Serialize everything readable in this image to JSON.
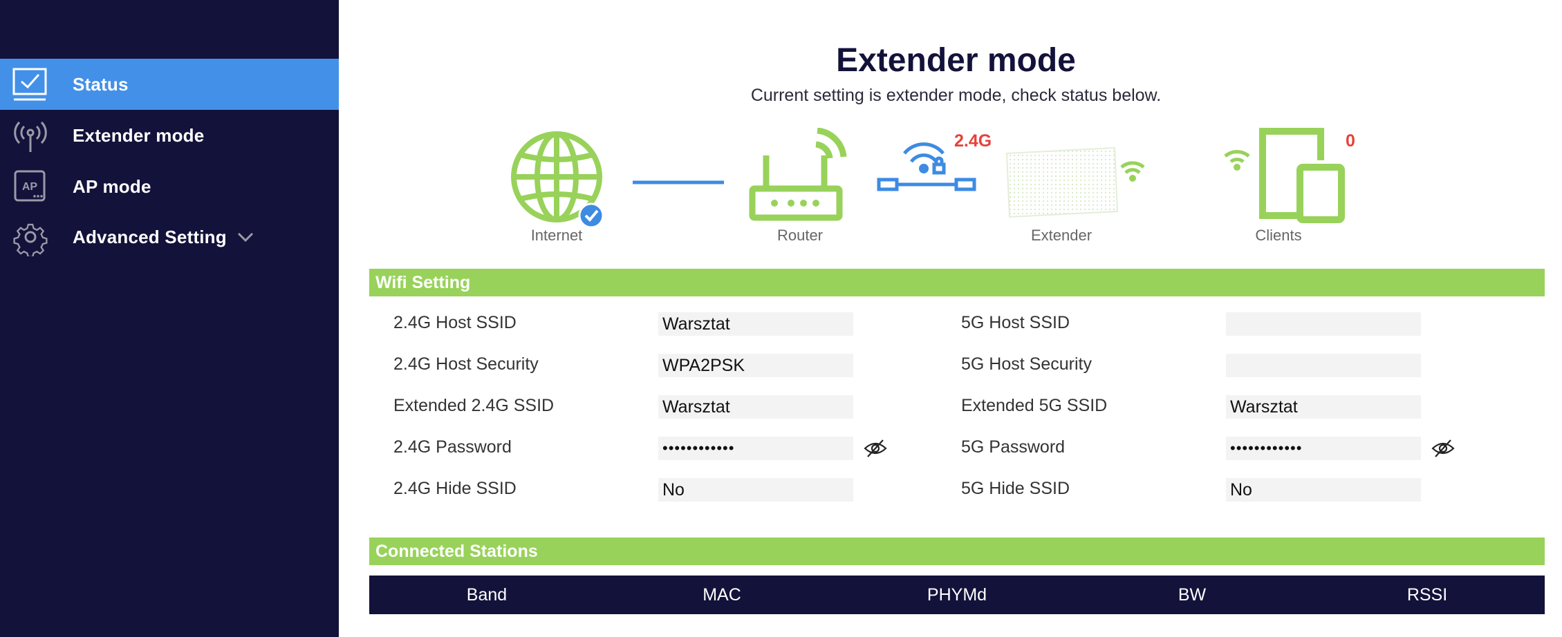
{
  "sidebar": {
    "items": [
      {
        "label": "Status",
        "icon": "monitor-check-icon",
        "active": true
      },
      {
        "label": "Extender mode",
        "icon": "antenna-icon",
        "active": false
      },
      {
        "label": "AP mode",
        "icon": "ap-device-icon",
        "active": false
      },
      {
        "label": "Advanced Setting",
        "icon": "gear-icon",
        "active": false,
        "expandable": true
      }
    ]
  },
  "header": {
    "title": "Extender mode",
    "subtitle": "Current setting is extender mode, check status below."
  },
  "topology": {
    "internet_label": "Internet",
    "router_label": "Router",
    "extender_label": "Extender",
    "clients_label": "Clients",
    "band": "2.4G",
    "client_count": "0"
  },
  "wifi_setting": {
    "section_title": "Wifi Setting",
    "left": [
      {
        "label": "2.4G Host SSID",
        "value": "Warsztat"
      },
      {
        "label": "2.4G Host Security",
        "value": "WPA2PSK"
      },
      {
        "label": "Extended 2.4G SSID",
        "value": "Warsztat"
      },
      {
        "label": "2.4G Password",
        "value": "••••••••••••"
      },
      {
        "label": "2.4G Hide SSID",
        "value": "No"
      }
    ],
    "right": [
      {
        "label": "5G Host SSID",
        "value": ""
      },
      {
        "label": "5G Host Security",
        "value": ""
      },
      {
        "label": "Extended 5G SSID",
        "value": "Warsztat"
      },
      {
        "label": "5G Password",
        "value": "••••••••••••"
      },
      {
        "label": "5G Hide SSID",
        "value": "No"
      }
    ]
  },
  "connected_stations": {
    "section_title": "Connected Stations",
    "columns": [
      "Band",
      "MAC",
      "PHYMd",
      "BW",
      "RSSI"
    ]
  },
  "colors": {
    "sidebar_bg": "#13123a",
    "active_bg": "#4390e8",
    "accent_green": "#98d25a",
    "accent_blue": "#3d8be3",
    "alert_red": "#e5423b"
  }
}
